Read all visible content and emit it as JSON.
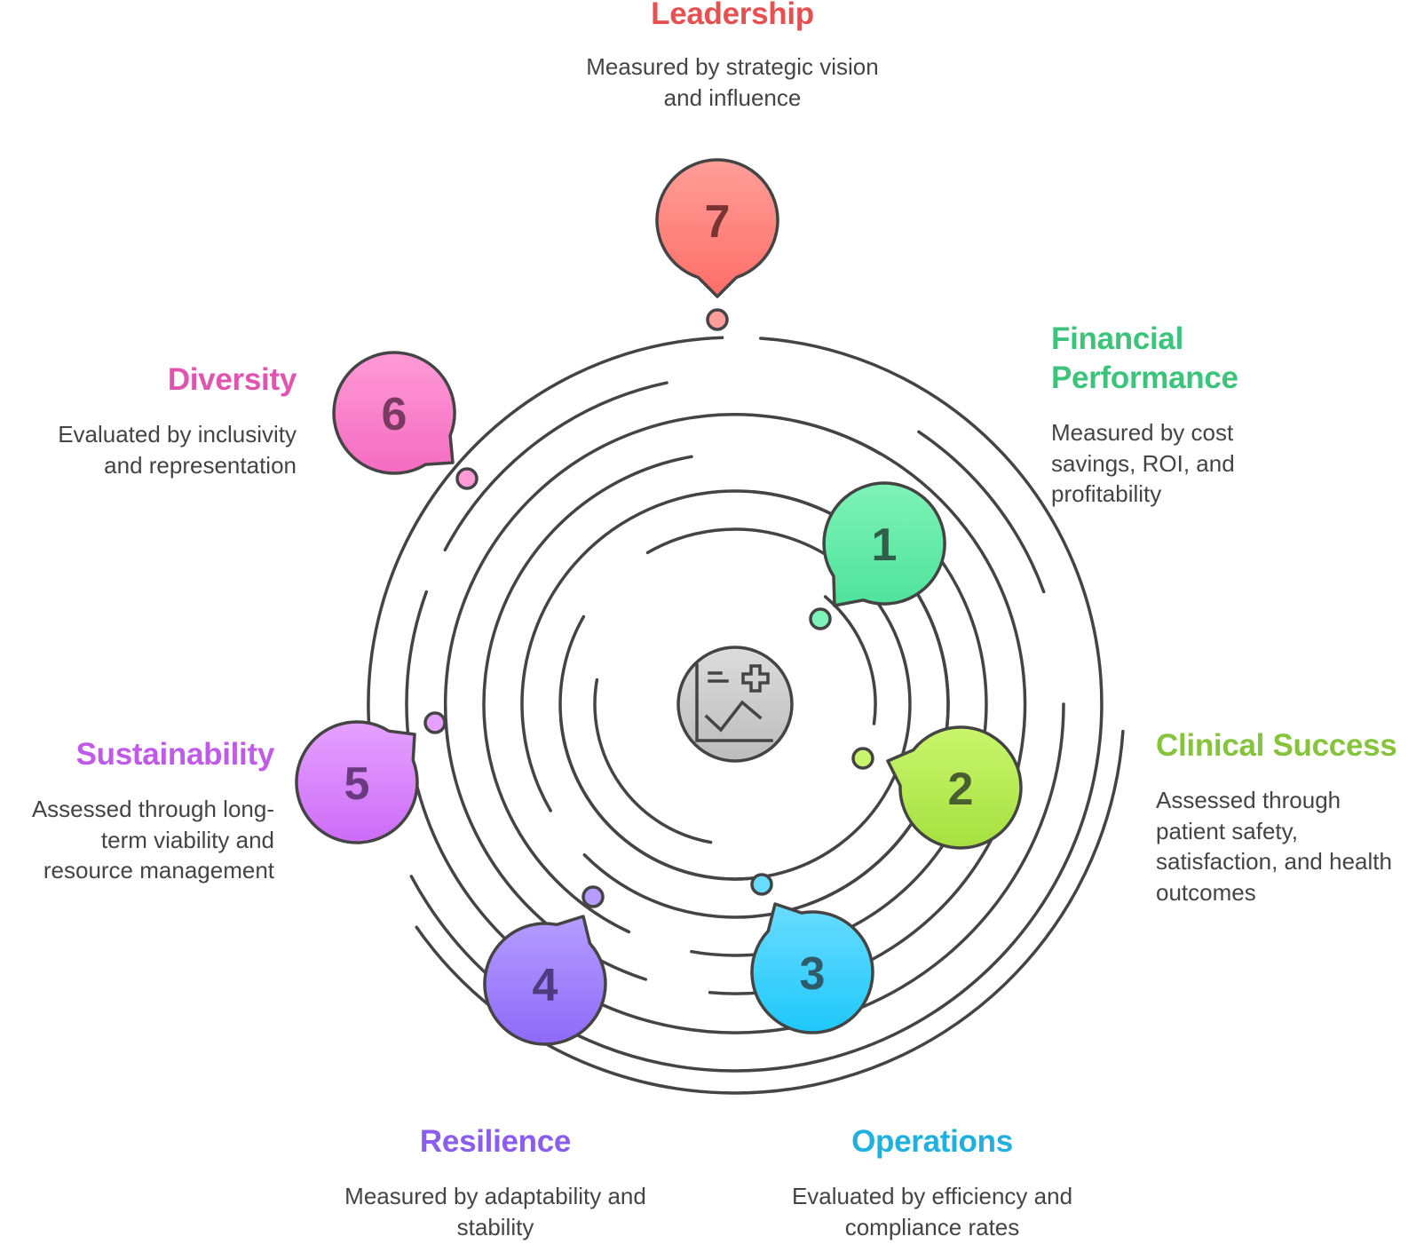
{
  "diagram": {
    "center_icon": "health-analytics-icon",
    "stroke_color": "#444444",
    "hub_fill": [
      "#d9d9d9",
      "#bfbfbf"
    ],
    "steps": [
      {
        "number": "1",
        "title": "Financial Performance",
        "title_lines": [
          "Financial",
          "Performance"
        ],
        "description": "Measured by cost savings, ROI, and profitability",
        "desc_lines": [
          "Measured by cost",
          "savings, ROI, and",
          "profitability"
        ],
        "color": "#3cc47c",
        "fill_top": "#7ef2b8",
        "fill_bottom": "#4fe39c",
        "text_color": "#2f5f48"
      },
      {
        "number": "2",
        "title": "Clinical Success",
        "title_lines": [
          "Clinical Success"
        ],
        "description": "Assessed through patient safety, satisfaction, and health outcomes",
        "desc_lines": [
          "Assessed through",
          "patient safety,",
          "satisfaction, and health",
          "outcomes"
        ],
        "color": "#85c43c",
        "fill_top": "#c9f66c",
        "fill_bottom": "#a6e040",
        "text_color": "#4a5f2f"
      },
      {
        "number": "3",
        "title": "Operations",
        "title_lines": [
          "Operations"
        ],
        "description": "Evaluated by efficiency and compliance rates",
        "desc_lines": [
          "Evaluated by efficiency and",
          "compliance rates"
        ],
        "color": "#1fb0e0",
        "fill_top": "#6adcff",
        "fill_bottom": "#1ec8fa",
        "text_color": "#2f5a6a"
      },
      {
        "number": "4",
        "title": "Resilience",
        "title_lines": [
          "Resilience"
        ],
        "description": "Measured by adaptability and stability",
        "desc_lines": [
          "Measured by adaptability and",
          "stability"
        ],
        "color": "#8a5cf0",
        "fill_top": "#b59dff",
        "fill_bottom": "#8e6af8",
        "text_color": "#4e3a80"
      },
      {
        "number": "5",
        "title": "Sustainability",
        "title_lines": [
          "Sustainability"
        ],
        "description": "Assessed through long-term viability and resource management",
        "desc_lines": [
          "Assessed through long-",
          "term viability and",
          "resource management"
        ],
        "color": "#c05ae8",
        "fill_top": "#e5a1ff",
        "fill_bottom": "#cd6cf7",
        "text_color": "#6a3a80"
      },
      {
        "number": "6",
        "title": "Diversity",
        "title_lines": [
          "Diversity"
        ],
        "description": "Evaluated by inclusivity and representation",
        "desc_lines": [
          "Evaluated by inclusivity",
          "and representation"
        ],
        "color": "#e054b0",
        "fill_top": "#ff9ad6",
        "fill_bottom": "#f46cc0",
        "text_color": "#7a3a62"
      },
      {
        "number": "7",
        "title": "Leadership",
        "title_lines": [
          "Leadership"
        ],
        "description": "Measured by strategic vision and influence",
        "desc_lines": [
          "Measured by strategic vision",
          "and influence"
        ],
        "color": "#e65050",
        "fill_top": "#ff9e98",
        "fill_bottom": "#ff6e68",
        "text_color": "#7a3434"
      }
    ]
  }
}
